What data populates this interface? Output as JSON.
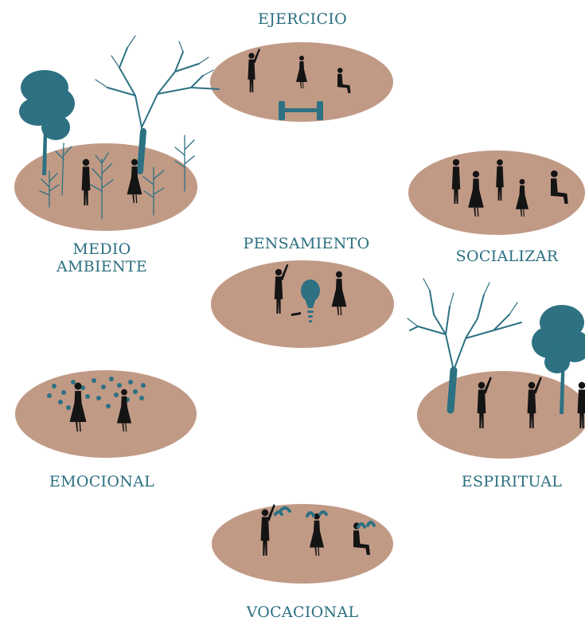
{
  "colors": {
    "ellipse": "#c19a86",
    "teal": "#2d7182",
    "silhouette": "#141414",
    "label": "#2b6f80"
  },
  "groups": {
    "ejercicio": {
      "label": "EJERCICIO"
    },
    "medio_ambiente": {
      "label_line1": "MEDIO",
      "label_line2": "AMBIENTE"
    },
    "socializar": {
      "label": "SOCIALIZAR"
    },
    "pensamiento": {
      "label": "PENSAMIENTO"
    },
    "emocional": {
      "label": "EMOCIONAL"
    },
    "espiritual": {
      "label": "ESPIRITUAL"
    },
    "vocacional": {
      "label": "VOCACIONAL"
    }
  }
}
